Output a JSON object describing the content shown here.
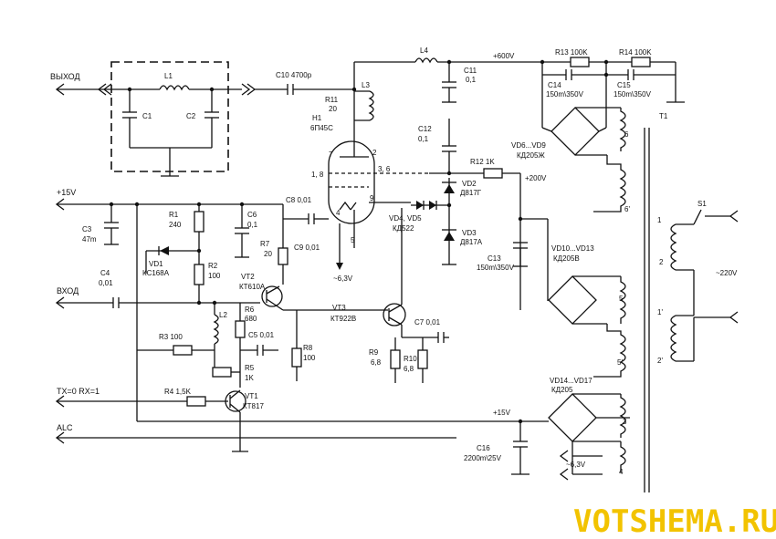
{
  "ports": {
    "output": "ВЫХОД",
    "plus15_in": "+15V",
    "input": "ВХОД",
    "txrx": "TX=0  RX=1",
    "alc": "ALC",
    "mains": "~220V"
  },
  "rails": {
    "hv600": "+600V",
    "hv200": "+200V",
    "plus15_out": "+15V",
    "heater1": "~6,3V",
    "heater2": "~6,3V"
  },
  "components": {
    "L1": "L1",
    "C1": "C1",
    "C2": "C2",
    "C10": "C10 4700p",
    "L4": "L4",
    "C11_name": "C11",
    "C11_val": "0,1",
    "R13": "R13 100K",
    "R14": "R14 100K",
    "C14": "C14",
    "C14_val": "150m\\350V",
    "C15": "C15",
    "C15_val": "150m\\350V",
    "R11": "R11",
    "R11_val": "20",
    "L3": "L3",
    "H1": "H1",
    "H1_val": "6П45С",
    "C12": "C12",
    "C12_val": "0,1",
    "R12": "R12  1K",
    "VD2": "VD2",
    "VD2_val": "Д817Г",
    "VD3": "VD3",
    "VD3_val": "Д817А",
    "VD4": "VD4, VD5",
    "VD4_val": "КД522",
    "C13": "C13",
    "C13_val": "150m\\350V",
    "VD6": "VD6...VD9",
    "VD6_val": "КД205Ж",
    "VD10": "VD10...VD13",
    "VD10_val": "КД205В",
    "VD14": "VD14...VD17",
    "VD14_val": "КД205",
    "T1": "T1",
    "S1": "S1",
    "C3": "C3",
    "C3_val": "47m",
    "R1": "R1",
    "R1_val": "240",
    "C6": "C6",
    "C6_val": "0,1",
    "C8": "C8 0,01",
    "R7": "R7",
    "R7_val": "20",
    "C9": "C9 0,01",
    "VD1": "VD1",
    "VD1_val": "КС168А",
    "R2": "R2",
    "R2_val": "100",
    "VT2": "VT2",
    "VT2_val": "КТ610А",
    "C4": "C4",
    "C4_val": "0,01",
    "L2": "L2",
    "R6": "R6",
    "R6_val": "680",
    "VT3": "VT3",
    "VT3_val": "КТ922В",
    "C7": "C7 0,01",
    "R3": "R3 100",
    "C5": "C5 0,01",
    "R8": "R8",
    "R8_val": "100",
    "R9": "R9",
    "R9_val": "6,8",
    "R10": "R10",
    "R10_val": "6,8",
    "R5": "R5",
    "R5_val": "1K",
    "R4": "R4 1,5K",
    "VT1": "VT1",
    "VT1_val": "КТ817",
    "C16": "C16",
    "C16_val": "2200m\\25V"
  },
  "tube_pins": {
    "p7": "7",
    "p2": "2",
    "p18": "1, 8",
    "p36": "3, 6",
    "p4": "4",
    "p5": "5",
    "p9": "9"
  },
  "winding_labels": {
    "w1": "1",
    "w1p": "1'",
    "w2": "2",
    "w2p": "2'",
    "w3": "3",
    "w4": "4",
    "w5": "5",
    "w5p": "5'",
    "w6": "6",
    "w6p": "6'"
  },
  "watermark": "VOTSHEMA.RU",
  "colors": {
    "ink": "#111111",
    "watermark": "#f2c300",
    "paper": "#ffffff"
  }
}
